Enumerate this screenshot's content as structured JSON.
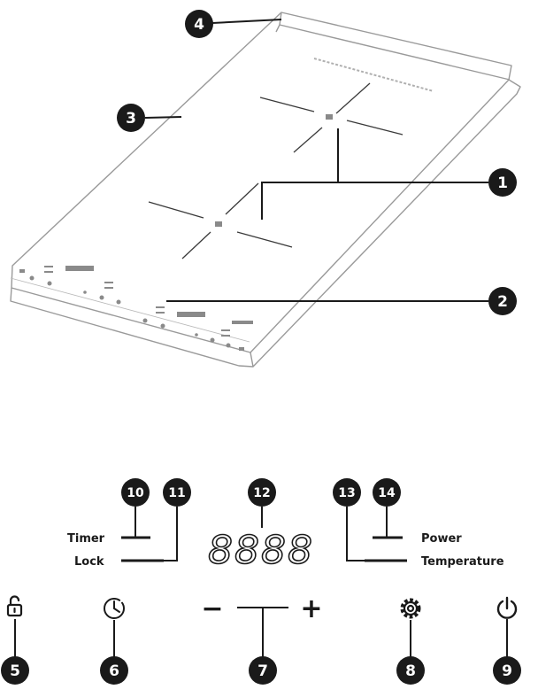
{
  "callouts": {
    "c1": "1",
    "c2": "2",
    "c3": "3",
    "c4": "4",
    "c5": "5",
    "c6": "6",
    "c7": "7",
    "c8": "8",
    "c9": "9",
    "c10": "10",
    "c11": "11",
    "c12": "12",
    "c13": "13",
    "c14": "14"
  },
  "labels": {
    "timer": "Timer",
    "lock": "Lock",
    "power": "Power",
    "temperature": "Temperature",
    "display": "8888",
    "minus": "−",
    "plus": "+"
  },
  "icons": {
    "unlock": "unlock-icon",
    "timer": "clock-icon",
    "settings": "gear-icon",
    "power": "power-icon"
  },
  "colors": {
    "ink": "#1a1a1a",
    "line": "#9a9a9a"
  }
}
